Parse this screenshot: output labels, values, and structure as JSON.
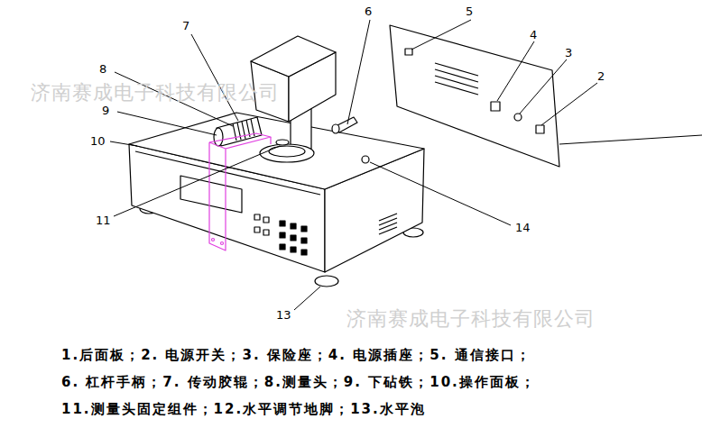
{
  "diagram": {
    "labels": [
      "7",
      "6",
      "5",
      "4",
      "3",
      "2",
      "8",
      "9",
      "10",
      "11",
      "14",
      "13",
      "1.后面板；2. 电源开关；3. 保险座；4. 电源插座；5. 通信接口；",
      "6. 杠杆手柄；7. 传动胶辊；8.测量头；9. 下砧铁；10.操作面板；",
      "11.测量头固定组件；12.水平调节地脚；13.水平泡",
      "济南赛成电子科技有限公司",
      "济南赛成电子科技有限公司"
    ]
  }
}
